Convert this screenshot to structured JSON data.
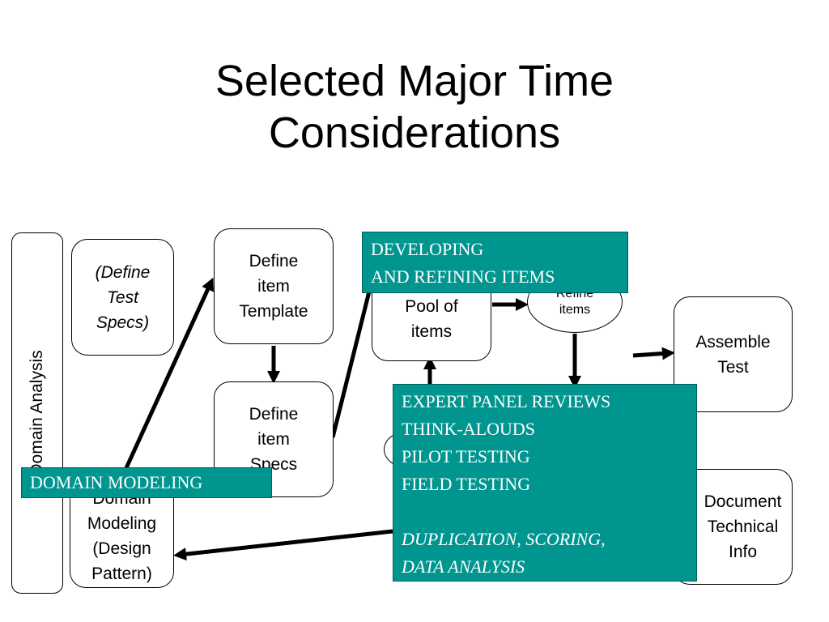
{
  "title": {
    "line1": "Selected Major Time",
    "line2": "Considerations"
  },
  "side_label": "Domain Analysis",
  "boxes": {
    "define_test_specs": [
      "(Define",
      "Test",
      "Specs)"
    ],
    "define_item_template": [
      "Define",
      "item",
      "Template"
    ],
    "define_item_specs": [
      "Define",
      "item",
      "Specs"
    ],
    "pool_of_items": [
      "Pool of",
      "items"
    ],
    "refine_items": [
      "Refine",
      "items"
    ],
    "assemble_test": [
      "Assemble",
      "Test"
    ],
    "domain_modeling": [
      "Domain",
      "Modeling",
      "(Design",
      "Pattern)"
    ],
    "document_technical_info": [
      "Document",
      "Technical",
      "Info"
    ]
  },
  "callouts": {
    "developing": [
      "DEVELOPING",
      "AND REFINING ITEMS"
    ],
    "reviews": {
      "lines": [
        "EXPERT PANEL REVIEWS",
        "THINK-ALOUDS",
        "PILOT TESTING",
        "FIELD TESTING"
      ],
      "italic_lines": [
        "DUPLICATION, SCORING,",
        "DATA ANALYSIS"
      ]
    },
    "domain_modeling": "DOMAIN MODELING"
  },
  "colors": {
    "callout_fill": "#00958f",
    "callout_text": "#ffffff",
    "stroke": "#000000"
  }
}
